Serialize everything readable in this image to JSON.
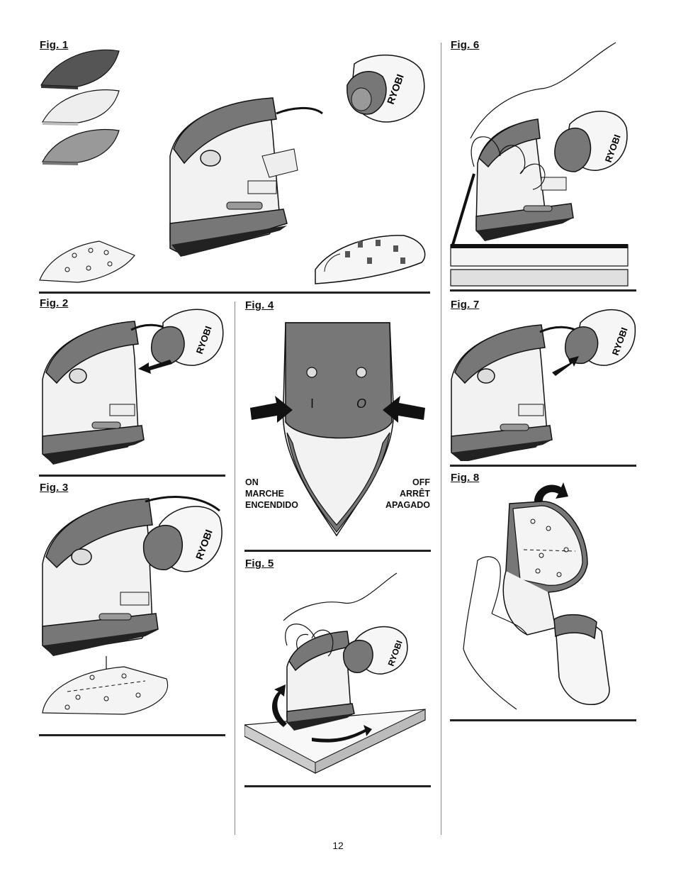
{
  "figures": {
    "fig1": "Fig. 1",
    "fig2": "Fig. 2",
    "fig3": "Fig. 3",
    "fig4": "Fig. 4",
    "fig5": "Fig. 5",
    "fig6": "Fig. 6",
    "fig7": "Fig. 7",
    "fig8": "Fig. 8"
  },
  "fig4_captions": {
    "on": [
      "ON",
      "MARCHE",
      "ENCENDIDO"
    ],
    "off": [
      "OFF",
      "ARRÊT",
      "APAGADO"
    ]
  },
  "switch_marks": {
    "on_symbol": "I",
    "off_symbol": "O"
  },
  "brand": "RYOBI",
  "page_number": "12"
}
